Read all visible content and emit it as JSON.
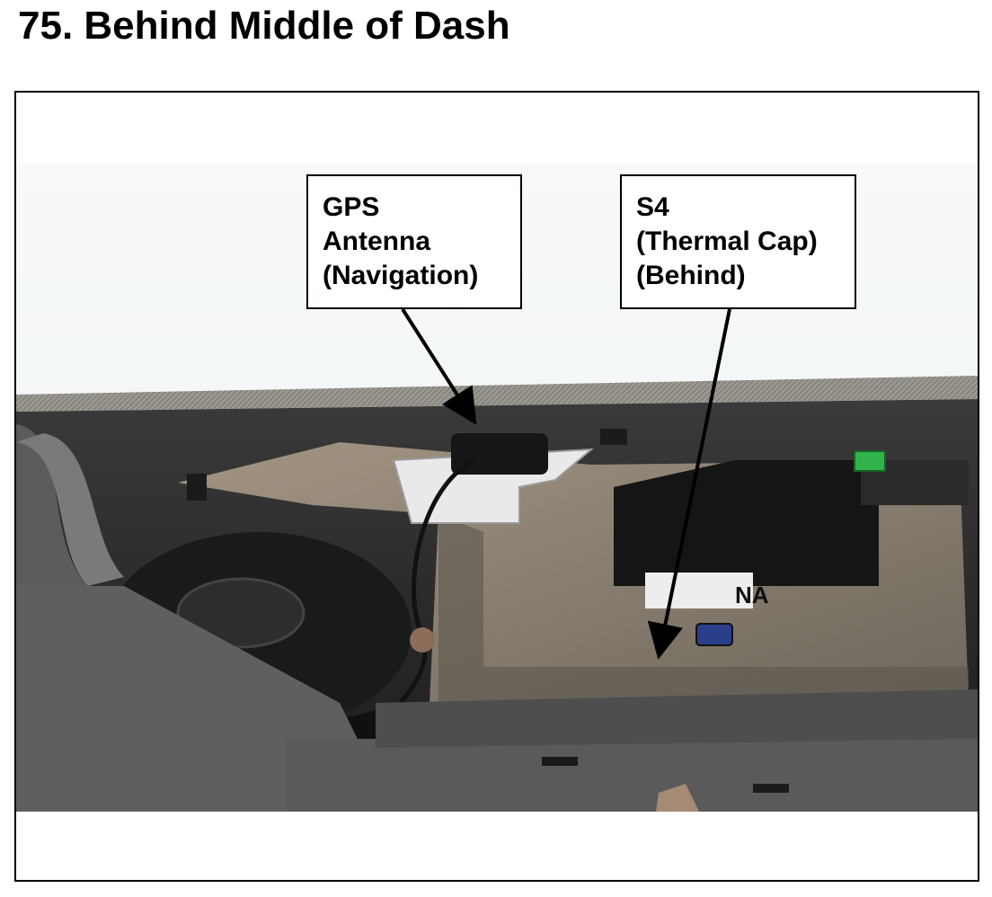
{
  "title": "75.  Behind Middle of Dash",
  "callouts": {
    "gps": {
      "lines": [
        "GPS",
        "Antenna",
        "(Navigation)"
      ]
    },
    "s4": {
      "lines": [
        "S4",
        "(Thermal Cap)",
        "(Behind)"
      ]
    }
  },
  "photo_label": "NA",
  "icons": [
    "arrow-down-icon"
  ],
  "colors": {
    "border": "#000000",
    "callout_bg": "#ffffff",
    "connector_green": "#2fb34a"
  }
}
